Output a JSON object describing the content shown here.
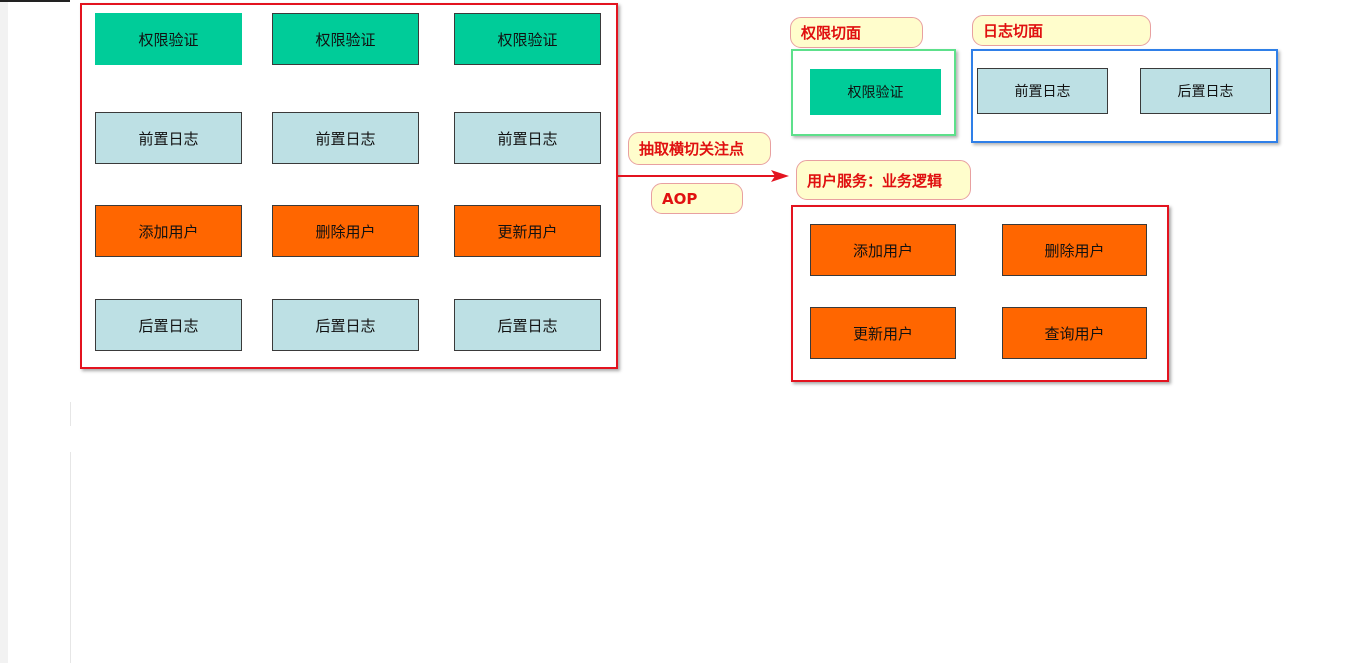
{
  "left_panel": {
    "rows": [
      [
        "权限验证",
        "权限验证",
        "权限验证"
      ],
      [
        "前置日志",
        "前置日志",
        "前置日志"
      ],
      [
        "添加用户",
        "删除用户",
        "更新用户"
      ],
      [
        "后置日志",
        "后置日志",
        "后置日志"
      ]
    ]
  },
  "arrow": {
    "label_top": "抽取横切关注点",
    "label_bottom": "AOP"
  },
  "auth_aspect": {
    "title": "权限切面",
    "item": "权限验证"
  },
  "log_aspect": {
    "title": "日志切面",
    "items": [
      "前置日志",
      "后置日志"
    ]
  },
  "user_service": {
    "title": "用户服务：业务逻辑",
    "items": [
      "添加用户",
      "删除用户",
      "更新用户",
      "查询用户"
    ]
  },
  "colors": {
    "auth": "#00cc99",
    "log": "#bde0e4",
    "user": "#ff6600",
    "red_frame": "#e3131f",
    "green_frame": "#5de08b",
    "blue_frame": "#2f7fe8",
    "tag_text": "#e01010",
    "tag_bg": "#fffdcc"
  }
}
